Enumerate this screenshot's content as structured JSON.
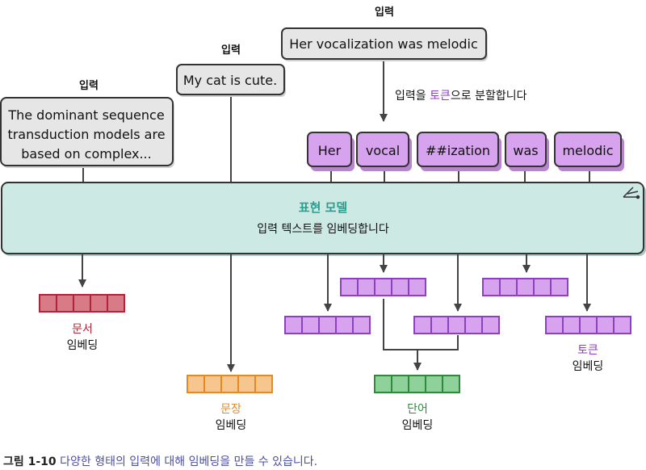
{
  "inputs": {
    "doc_label": "입력",
    "doc_text": [
      "The dominant sequence",
      "transduction models are",
      "based on complex..."
    ],
    "sentence_label": "입력",
    "sentence_text": "My cat is cute.",
    "word_label": "입력",
    "word_text": "Her vocalization was melodic"
  },
  "tokenize": {
    "prefix": "입력을 ",
    "highlight": "토큰",
    "suffix": "으로 분할합니다"
  },
  "tokens": [
    "Her",
    "vocal",
    "##ization",
    "was",
    "melodic"
  ],
  "model": {
    "title": "표현 모델",
    "subtitle": "입력 텍스트를 임베딩합니다"
  },
  "embeddings": {
    "document": {
      "line1": "문서",
      "line2": "임베딩",
      "color": "#b3243a"
    },
    "sentence": {
      "line1": "문장",
      "line2": "임베딩",
      "color": "#e8891e"
    },
    "word": {
      "line1": "단어",
      "line2": "임베딩",
      "color": "#2e8b3a"
    },
    "token": {
      "line1": "토큰",
      "line2": "임베딩",
      "color": "#8e3fc4"
    }
  },
  "caption": {
    "number": "그림 1-10",
    "text": "다양한 형태의 입력에 대해 임베딩을 만들 수 있습니다."
  },
  "colors": {
    "input_box": "#e6e6e6",
    "token_box": "#d7a3ee",
    "model_fill": "#cde9e3",
    "model_title": "#2a9d8f",
    "token_highlight": "#8e3fc4"
  }
}
